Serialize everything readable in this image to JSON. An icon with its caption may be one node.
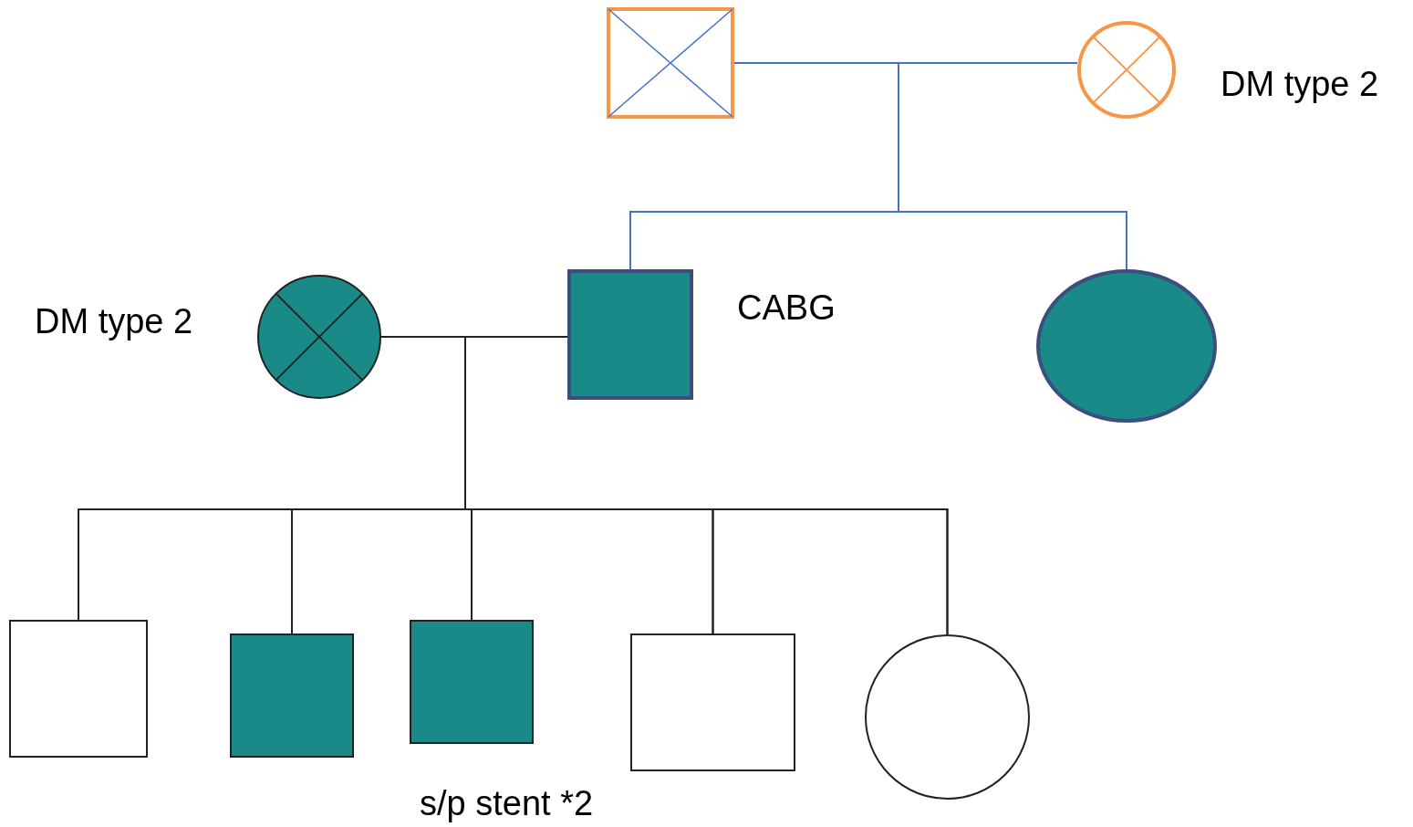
{
  "diagram": {
    "nodes": [
      {
        "text": [],
        "shape": "box"
      },
      {
        "text": [],
        "shape": "circle",
        "beside": [
          "DM type 2"
        ]
      },
      {
        "text": [],
        "shape": "circle",
        "beside": [
          "DM type 2"
        ]
      },
      {
        "text": [],
        "shape": "box",
        "beside": [
          "CABG"
        ]
      },
      {
        "text": [],
        "shape": "circle"
      },
      {
        "text": [],
        "shape": "box"
      },
      {
        "text": [],
        "shape": "box"
      },
      {
        "text": [],
        "shape": "box"
      },
      {
        "text": [],
        "shape": "box"
      },
      {
        "text": [],
        "shape": "circle"
      }
    ],
    "edges": [
      {
        "from": 0,
        "to": 1,
        "arrow": "none",
        "color": "#4472c4"
      },
      {
        "from": 0,
        "to": 3,
        "arrow": "none",
        "color": "#4472c4"
      },
      {
        "from": 0,
        "to": 4,
        "arrow": "none",
        "color": "#4472c4"
      },
      {
        "from": 1,
        "to": 3,
        "arrow": "none",
        "color": "#4472c4"
      },
      {
        "from": 1,
        "to": 4,
        "arrow": "none",
        "color": "#4472c4"
      },
      {
        "from": 2,
        "to": 3,
        "arrow": "none"
      },
      {
        "from": 2,
        "to": 5,
        "arrow": "none"
      },
      {
        "from": 2,
        "to": 6,
        "arrow": "none"
      },
      {
        "from": 2,
        "to": 7,
        "arrow": "none"
      },
      {
        "from": 2,
        "to": 8,
        "arrow": "none"
      },
      {
        "from": 2,
        "to": 9,
        "arrow": "none"
      },
      {
        "from": 3,
        "to": 5,
        "arrow": "none"
      },
      {
        "from": 3,
        "to": 6,
        "arrow": "none"
      },
      {
        "from": 3,
        "to": 7,
        "arrow": "none"
      },
      {
        "from": 3,
        "to": 8,
        "arrow": "none"
      },
      {
        "from": 3,
        "to": 9,
        "arrow": "none"
      }
    ],
    "labels": [
      "s/p stent *2"
    ]
  }
}
